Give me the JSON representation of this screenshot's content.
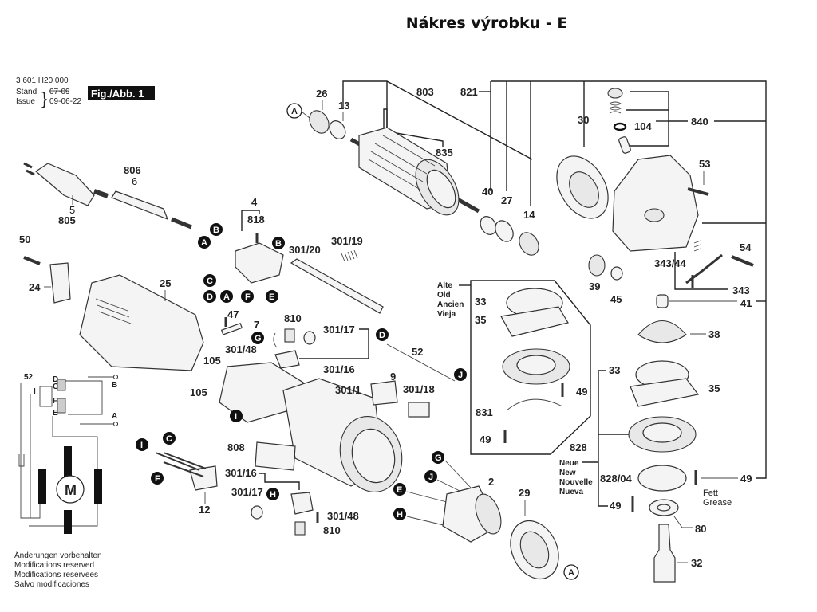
{
  "page_title": "Nákres výrobku - E",
  "header": {
    "part_number": "3 601 H20 000",
    "stand_label": "Stand",
    "issue_label": "Issue",
    "stand_value_struck": "07-09",
    "issue_value": "09-06-22",
    "figure_label": "Fig./Abb. 1"
  },
  "disclaimer": [
    "Änderungen vorbehalten",
    "Modifications reserved",
    "Modifications reservees",
    "Salvo modificaciones"
  ],
  "old_version_label": [
    "Alte",
    "Old",
    "Ancien",
    "Vieja"
  ],
  "new_version_label": [
    "Neue",
    "New",
    "Nouvelle",
    "Nueva"
  ],
  "grease_label": [
    "Fett",
    "Grease"
  ],
  "motor_symbol": "M",
  "part_labels": {
    "p26": "26",
    "p13": "13",
    "p803": "803",
    "p835": "835",
    "p821": "821",
    "p40": "40",
    "p27": "27",
    "p14": "14",
    "p30": "30",
    "p104": "104",
    "p840": "840",
    "p53": "53",
    "p54": "54",
    "p343_44": "343/44",
    "p343": "343",
    "p39": "39",
    "p45": "45",
    "p41": "41",
    "p38": "38",
    "p806": "806",
    "p6": "6",
    "p5": "5",
    "p805": "805",
    "p50": "50",
    "p24": "24",
    "p25": "25",
    "p4": "4",
    "p818": "818",
    "p301_20": "301/20",
    "p301_19": "301/19",
    "p47": "47",
    "p7": "7",
    "p810a": "810",
    "p301_17a": "301/17",
    "p301_48a": "301/48",
    "p301_16a": "301/16",
    "p105a": "105",
    "p105b": "105",
    "p52": "52",
    "p9": "9",
    "p301_1": "301/1",
    "p301_18": "301/18",
    "p808": "808",
    "p12": "12",
    "p301_16b": "301/16",
    "p301_17b": "301/17",
    "p301_48b": "301/48",
    "p810b": "810",
    "p2": "2",
    "p29": "29",
    "old_33": "33",
    "old_35": "35",
    "old_49a": "49",
    "old_831": "831",
    "old_49b": "49",
    "new_33": "33",
    "new_35": "35",
    "new_828": "828",
    "new_828_04": "828/04",
    "new_49a": "49",
    "new_49b": "49",
    "p80": "80",
    "p32": "32"
  },
  "connector_badges": {
    "A": "A",
    "B": "B",
    "C": "C",
    "D": "D",
    "E": "E",
    "F": "F",
    "G": "G",
    "H": "H",
    "I": "I",
    "J": "J"
  },
  "wiring": {
    "label_52": "52",
    "D": "D",
    "C": "C",
    "I": "I",
    "F": "F",
    "E": "E",
    "B": "B",
    "A": "A"
  }
}
